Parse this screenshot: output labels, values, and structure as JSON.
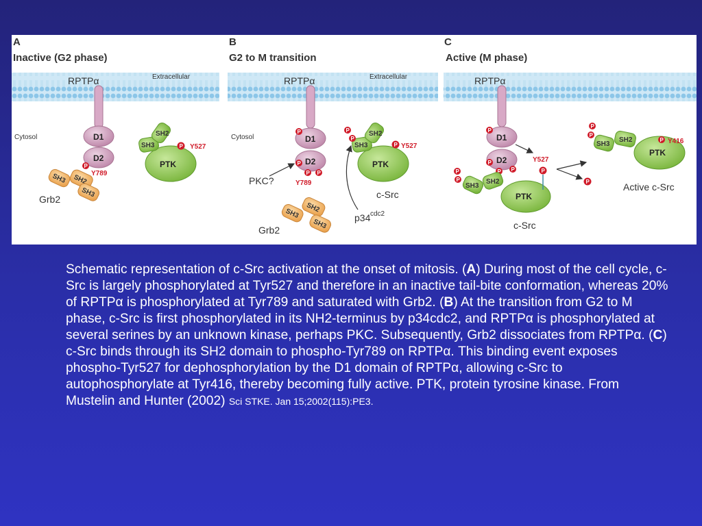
{
  "figure": {
    "panels": [
      {
        "letter": "A",
        "title": "Inactive (G2 phase)",
        "rptp": "RPTPα",
        "extracellular": "Extracellular",
        "cytosol": "Cytosol",
        "d1": "D1",
        "d2": "D2",
        "y789": "Y789",
        "y527": "Y527",
        "sh2": "SH2",
        "sh3": "SH3",
        "ptk": "PTK",
        "grb2": "Grb2"
      },
      {
        "letter": "B",
        "title": "G2 to M transition",
        "rptp": "RPTPα",
        "extracellular": "Extracellular",
        "cytosol": "Cytosol",
        "d1": "D1",
        "d2": "D2",
        "y789": "Y789",
        "y527": "Y527",
        "sh2": "SH2",
        "sh3": "SH3",
        "ptk": "PTK",
        "pkc": "PKC?",
        "csrc": "c-Src",
        "grb2": "Grb2",
        "p34": "p34",
        "cdc2": "cdc2"
      },
      {
        "letter": "C",
        "title": "Active (M phase)",
        "rptp": "RPTPα",
        "d1": "D1",
        "d2": "D2",
        "y527": "Y527",
        "y416": "Y416",
        "sh2": "SH2",
        "sh3": "SH3",
        "ptk": "PTK",
        "csrc": "c-Src",
        "active": "Active c-Src"
      }
    ],
    "phospho_label": "P",
    "colors": {
      "membrane": "#a9d6ef",
      "receptor": "#d8a9c6",
      "src": "#8bc74a",
      "grb2": "#f3b86a",
      "phospho": "#d01c2a"
    }
  },
  "caption": {
    "s1": "Schematic representation of c-Src activation at the onset of mitosis. (",
    "a": "A",
    "s2": ") During most of the cell cycle, c-Src is largely phosphorylated at Tyr527 and therefore in an inactive tail-bite conformation, whereas 20% of RPTPα is phosphorylated at Tyr789 and saturated with Grb2. (",
    "b": "B",
    "s3": ") At the transition from G2 to M phase, c-Src is first phosphorylated in its NH2-terminus by p34cdc2, and RPTPα is phosphorylated at several serines by an unknown kinase, perhaps PKC. Subsequently, Grb2 dissociates from RPTPα. (",
    "c": "C",
    "s4": ") c-Src binds through its SH2 domain to phospho-Tyr789 on RPTPα. This binding event exposes phospho-Tyr527 for dephosphorylation by the D1 domain of RPTPα, allowing c-Src to autophosphorylate at Tyr416, thereby becoming fully active. PTK, protein tyrosine kinase.  From Mustelin and Hunter (2002) ",
    "cite": "Sci STKE. Jan 15;2002(115):PE3."
  }
}
